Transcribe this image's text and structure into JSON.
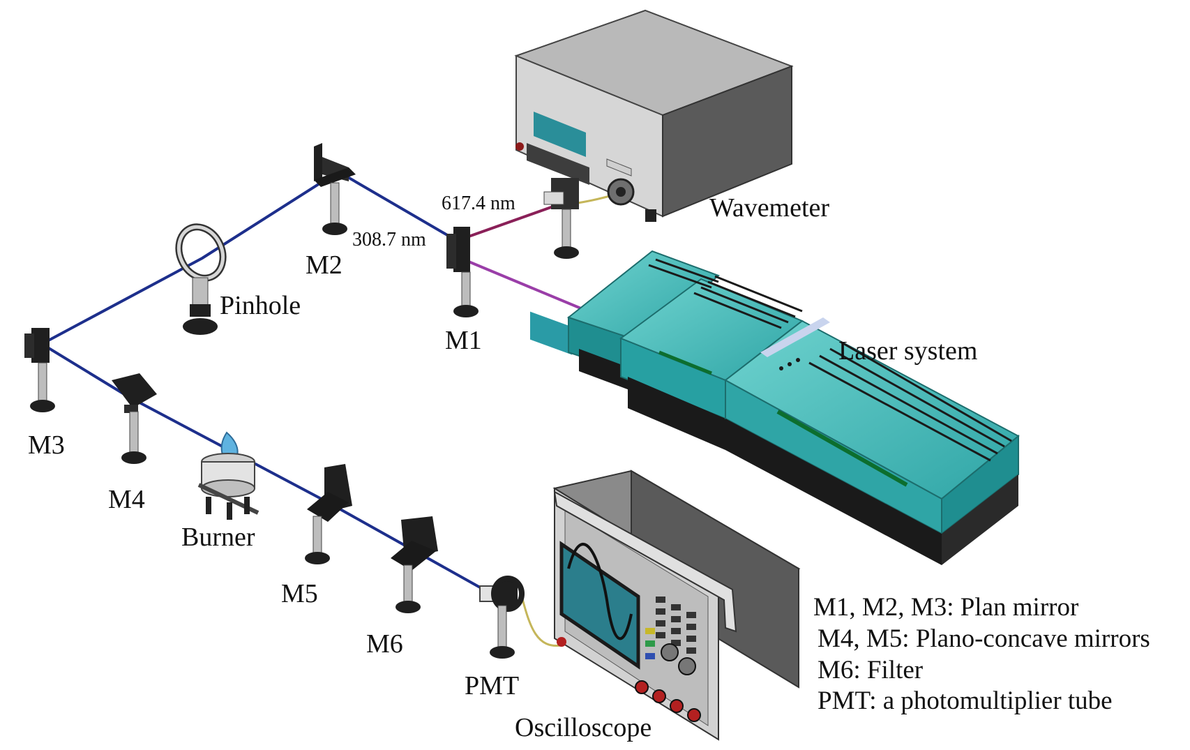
{
  "colors": {
    "uv_beam": "#1d2f8c",
    "red_beam": "#8a2058",
    "pump_beam": "#9a3ea8",
    "laser_body": "#2fa8a8",
    "laser_body_light": "#5cc7c4",
    "instrument_gray": "#8e8e8e",
    "instrument_dark": "#2b2b2b"
  },
  "labels": {
    "wavemeter": "Wavemeter",
    "laser_system": "Laser system",
    "oscilloscope": "Oscilloscope",
    "pinhole": "Pinhole",
    "burner": "Burner",
    "pmt": "PMT",
    "m1": "M1",
    "m2": "M2",
    "m3": "M3",
    "m4": "M4",
    "m5": "M5",
    "m6": "M6",
    "wavelength_fundamental": "617.4 nm",
    "wavelength_doubled": "308.7 nm"
  },
  "legend": [
    "M1, M2, M3: Plan mirror",
    "M4, M5: Plano-concave mirrors",
    "M6: Filter",
    "PMT: a photomultiplier tube"
  ],
  "icons": {
    "mirror": "mirror-mount-icon",
    "pinhole": "pinhole-ring-icon",
    "burner": "flame-burner-icon",
    "wavemeter": "wavemeter-instrument-icon",
    "laser": "laser-system-icon",
    "oscilloscope": "oscilloscope-instrument-icon",
    "pmt": "photomultiplier-icon"
  }
}
